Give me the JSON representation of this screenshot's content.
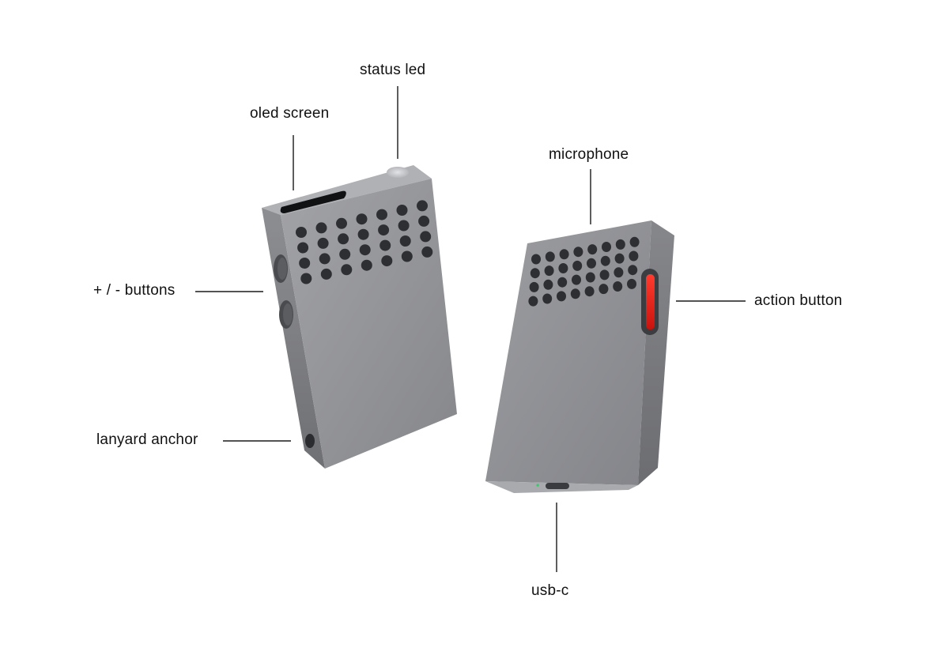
{
  "diagram": {
    "labels": {
      "status_led": "status led",
      "oled_screen": "oled screen",
      "microphone": "microphone",
      "buttons": "+ / - buttons",
      "action_button": "action button",
      "lanyard_anchor": "lanyard anchor",
      "usb_c": "usb-c"
    }
  },
  "colors": {
    "background": "#ffffff",
    "body_front": "#8e8f93",
    "body_side": "#76777b",
    "body_top": "#a3a4a8",
    "grille_hole": "#2e2f33",
    "leader_line": "#1a1a1a",
    "action_button_glow": "#e0201a",
    "usb_led": "#33cc66"
  }
}
